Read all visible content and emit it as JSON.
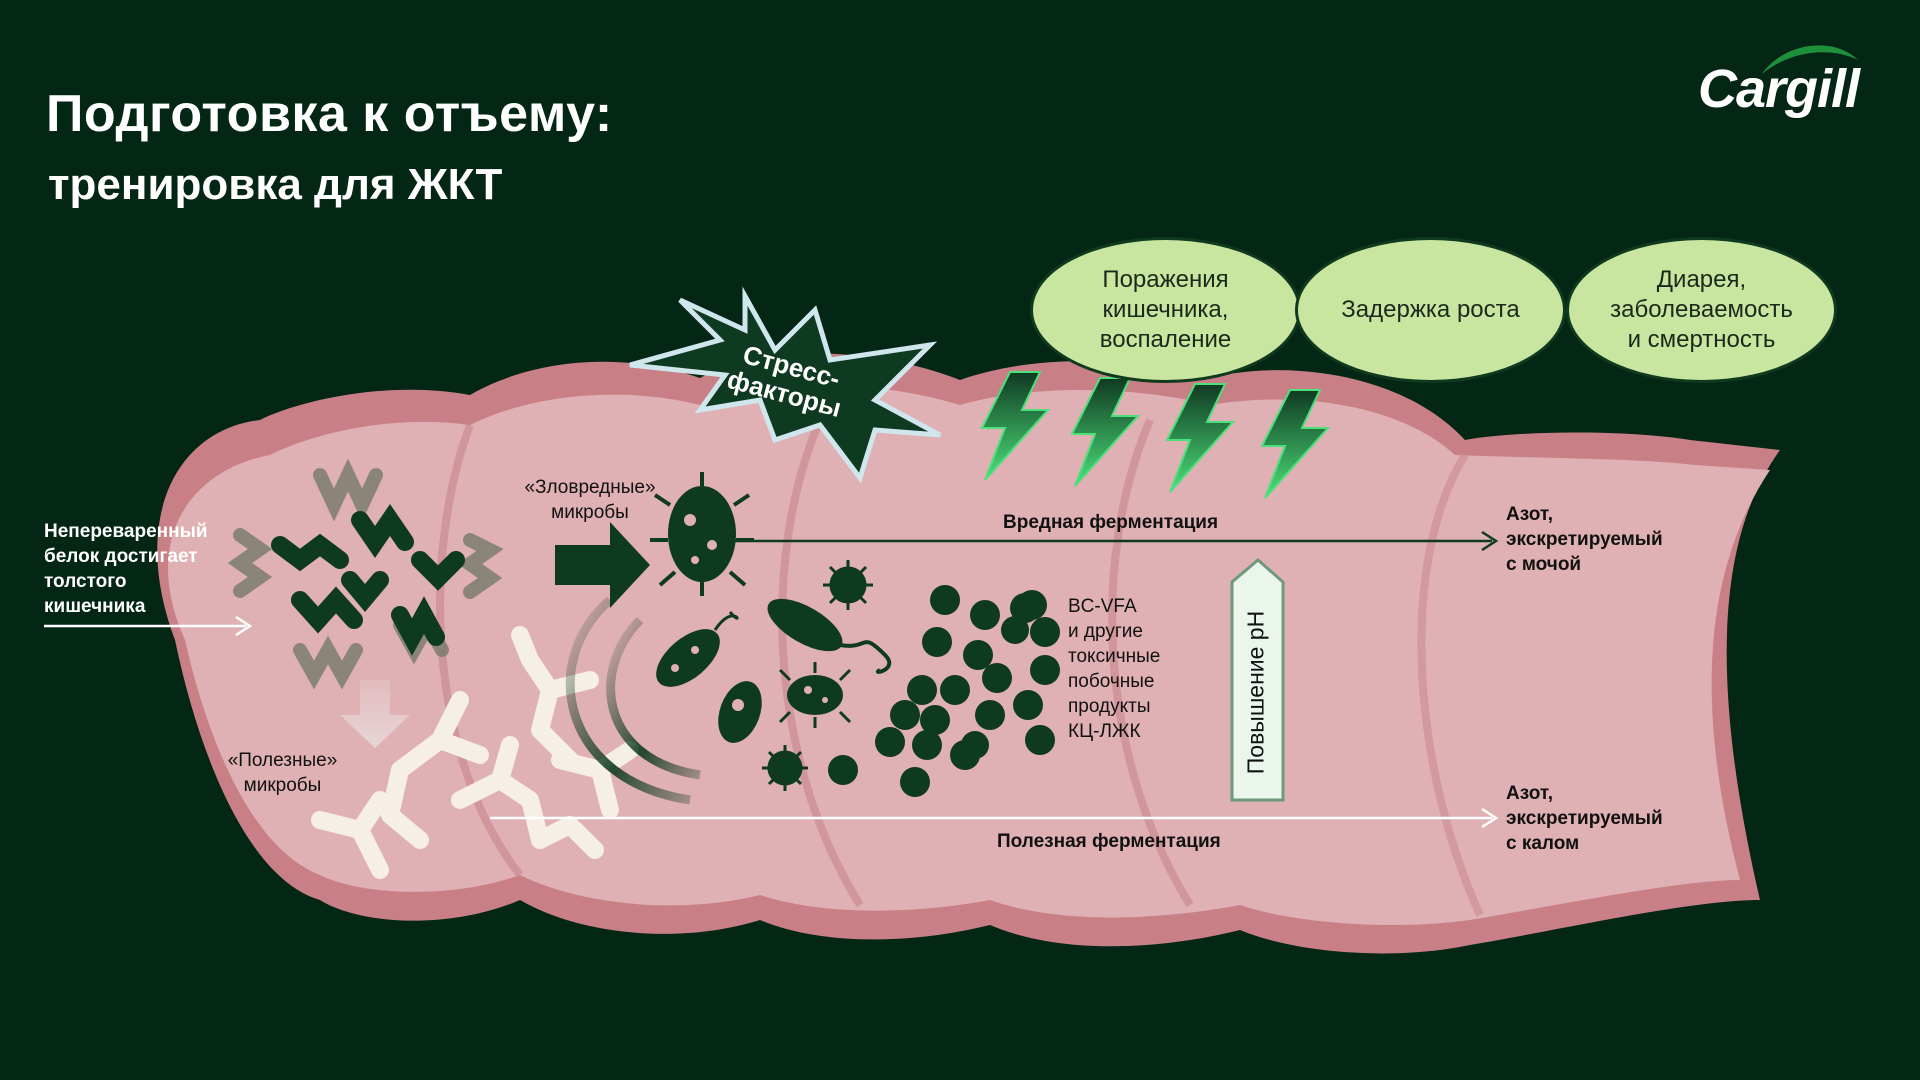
{
  "header": {
    "title": "Подготовка к отъему:",
    "subtitle": "тренировка для ЖКТ"
  },
  "logo": {
    "text": "Cargill"
  },
  "stress_burst": {
    "label": "Стресс-\nфакторы"
  },
  "outcomes": [
    {
      "label": "Поражения\nкишечника,\nвоспаление"
    },
    {
      "label": "Задержка роста"
    },
    {
      "label": "Диарея,\nзаболеваемость\nи смертность"
    }
  ],
  "labels": {
    "undigested_protein": "Непереваренный\nбелок достигает\nтолстого\nкишечника",
    "harmful_microbes": "«Зловредные»\nмикробы",
    "beneficial_microbes": "«Полезные»\nмикробы",
    "harmful_fermentation": "Вредная ферментация",
    "beneficial_fermentation": "Полезная ферментация",
    "toxic_products": "BC-VFA\nи другие\nтоксичные\nпобочные\nпродукты\nКЦ-ЛЖК",
    "ph_increase": "Повышение pH",
    "nitrogen_urine": "Азот,\nэкскретируемый\nс мочой",
    "nitrogen_feces": "Азот,\nэкскретируемый\nс калом"
  },
  "colors": {
    "background": "#032615",
    "intestine_outer": "#c97f86",
    "intestine_inner": "#dfb0b4",
    "oval_fill": "#c8e6a0",
    "microbe_dark": "#0f3a22",
    "lightning_glow": "#4de07a"
  },
  "icons": [
    "cargill-logo",
    "stress-burst-icon",
    "lightning-icon",
    "bacteria-icon",
    "virus-icon",
    "arrow-right-icon",
    "arrow-down-icon",
    "protein-coil-icon"
  ]
}
